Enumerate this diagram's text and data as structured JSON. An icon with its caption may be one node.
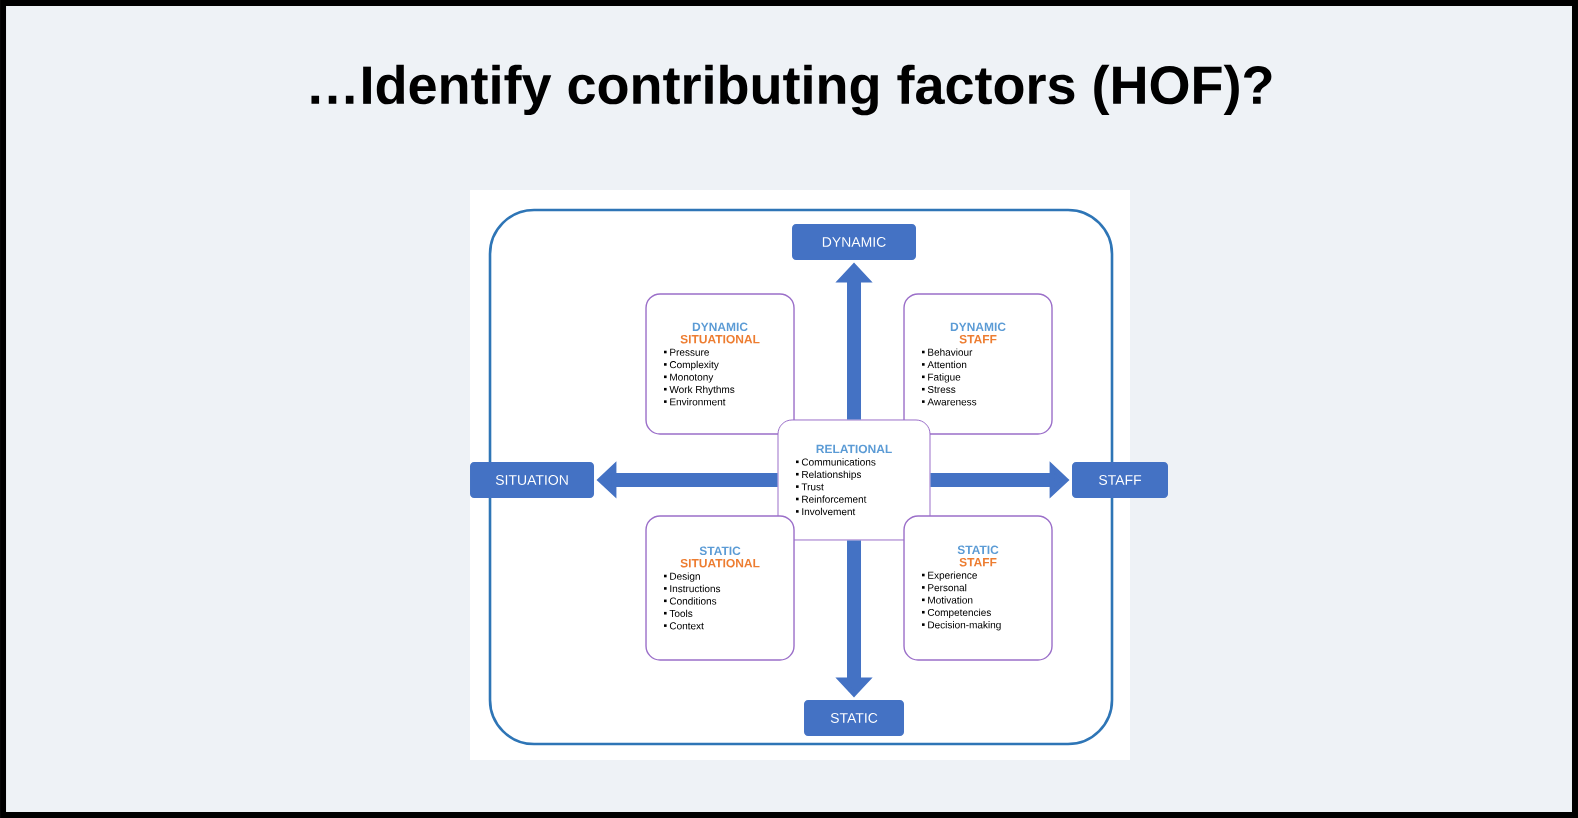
{
  "diagram": {
    "title": "…Identify contributing factors (HOF)?",
    "nodes": [
      {
        "text": [],
        "shape": "box"
      },
      {
        "text": [
          "DYNAMIC"
        ],
        "in": 0
      },
      {
        "text": [
          "DYNAMIC",
          "SITUATIONAL",
          "Pressure",
          "Complexity",
          "Monotony",
          "Work Rhythms",
          "Environment"
        ],
        "in": 0
      },
      {
        "text": [
          "DYNAMIC",
          "STAFF",
          "Behaviour",
          "Attention",
          "Fatigue",
          "Stress",
          "Awareness"
        ],
        "in": 0
      },
      {
        "text": [
          "SITUATION"
        ]
      },
      {
        "text": [
          "RELATIONAL",
          "Communications",
          "Relationships",
          "Trust",
          "Reinforcement",
          "Involvement"
        ],
        "in": 0
      },
      {
        "text": [
          "STAFF"
        ]
      },
      {
        "text": [
          "STATIC",
          "SITUATIONAL",
          "Design",
          "Instructions",
          "Conditions",
          "Tools",
          "Context"
        ],
        "in": 0
      },
      {
        "text": [
          "STATIC",
          "STAFF",
          "Experience",
          "Personal",
          "Motivation",
          "Competencies",
          "Decision-making"
        ],
        "in": 0
      },
      {
        "text": [
          "STATIC"
        ],
        "in": 0
      }
    ],
    "edges": [
      {
        "from": 5,
        "to": 1,
        "arrow": "to"
      },
      {
        "from": 5,
        "to": 4,
        "arrow": "to"
      },
      {
        "from": 5,
        "to": 6,
        "arrow": "to"
      },
      {
        "from": 5,
        "to": 9,
        "arrow": "to"
      }
    ]
  }
}
